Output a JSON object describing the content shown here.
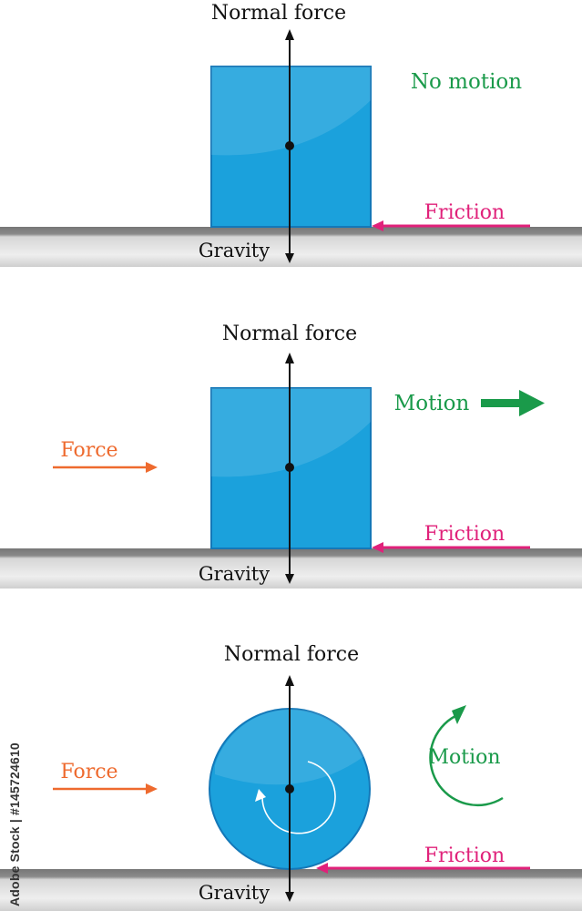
{
  "colors": {
    "block": "#1ba1dc",
    "block_edge": "#1478b8",
    "ground_top": "#6b6b6b",
    "ground_mid": "#d9d9d9",
    "friction": "#e0217a",
    "force": "#ee6a2e",
    "motion": "#1a9a4a",
    "axis": "#111111"
  },
  "icons": {
    "rotation": "rotation-arrow-icon",
    "motion_arrow": "motion-arrow-icon"
  },
  "panels": [
    {
      "normal_label": "Normal force",
      "gravity_label": "Gravity",
      "friction_label": "Friction",
      "motion_label": "No motion",
      "object": "block"
    },
    {
      "normal_label": "Normal force",
      "gravity_label": "Gravity",
      "friction_label": "Friction",
      "motion_label": "Motion",
      "force_label": "Force",
      "object": "block"
    },
    {
      "normal_label": "Normal force",
      "gravity_label": "Gravity",
      "friction_label": "Friction",
      "motion_label": "Motion",
      "force_label": "Force",
      "object": "wheel"
    }
  ],
  "watermark": "Adobe Stock | #145724610"
}
